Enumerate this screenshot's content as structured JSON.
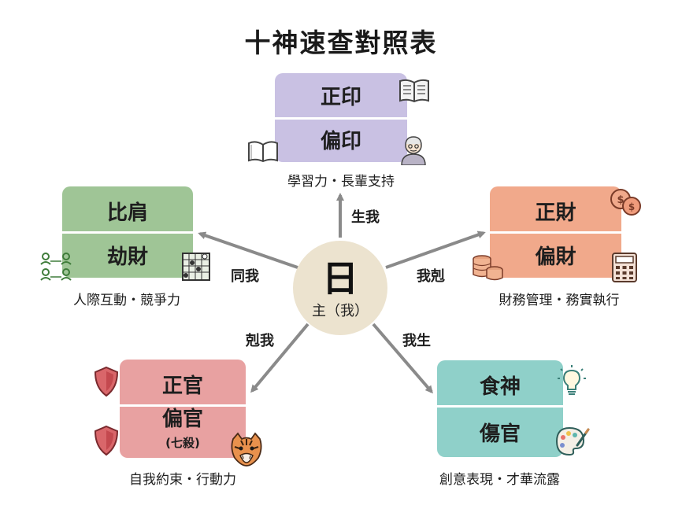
{
  "title": "十神速查對照表",
  "center": {
    "char": "日",
    "label": "主（我）"
  },
  "groups": {
    "top": {
      "upper": "正印",
      "lower": "偏印",
      "caption": "學習力・長輩支持",
      "relation": "生我",
      "color": "#c9c1e3"
    },
    "left": {
      "upper": "比肩",
      "lower": "劫財",
      "caption": "人際互動・競爭力",
      "relation": "同我",
      "color": "#9fc596"
    },
    "right": {
      "upper": "正財",
      "lower": "偏財",
      "caption": "財務管理・務實執行",
      "relation": "我剋",
      "color": "#f1a98b"
    },
    "bottom_left": {
      "upper": "正官",
      "lower": "偏官",
      "lower_sub": "(七殺)",
      "caption": "自我約束・行動力",
      "relation": "剋我",
      "color": "#e8a1a1"
    },
    "bottom_right": {
      "upper": "食神",
      "lower": "傷官",
      "caption": "創意表現・才華流露",
      "relation": "我生",
      "color": "#8fd0c9"
    }
  },
  "icons": [
    "book-icon",
    "open-book-icon",
    "elder-icon",
    "people-network-icon",
    "chess-board-icon",
    "coins-icon",
    "coin-stack-icon",
    "calculator-icon",
    "shield-icon",
    "tiger-icon",
    "lightbulb-icon",
    "palette-icon"
  ]
}
